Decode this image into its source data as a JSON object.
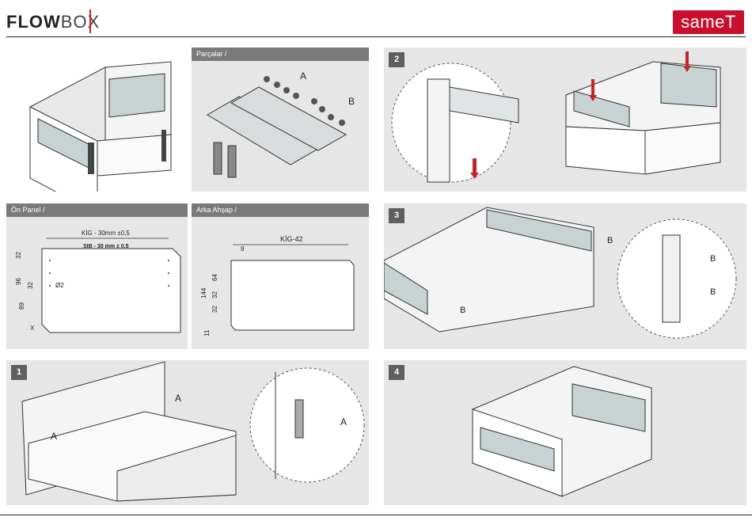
{
  "header": {
    "brand_bold": "FLOW",
    "brand_light": "BOX",
    "logo": "sameT"
  },
  "panels": {
    "parts_title": "Parçalar /",
    "front_title": "Ön Panel /",
    "back_title": "Arka Ahşap /",
    "step2": "2",
    "step3": "3",
    "step1": "1",
    "step4": "4"
  },
  "labels": {
    "screw_a": "A",
    "screw_b": "B",
    "front_dim_top": "KİG - 30mm ±0,5",
    "front_dim_sub": "SIB - 30 mm ± 0,5",
    "front_d32": "32",
    "front_d96": "96",
    "front_d32b": "32",
    "front_d89": "89",
    "front_phi": "Ø2",
    "front_x": "X",
    "back_dim_top": "KİG-42",
    "back_d9": "9",
    "back_d144": "144",
    "back_d64": "64",
    "back_d32a": "32",
    "back_d32b": "32",
    "back_d11": "11",
    "step3_b1": "B",
    "step3_b2": "B",
    "step3_b3": "B",
    "step3_b4": "B",
    "step1_a1": "A",
    "step1_a2": "A",
    "step1_a3": "A"
  }
}
